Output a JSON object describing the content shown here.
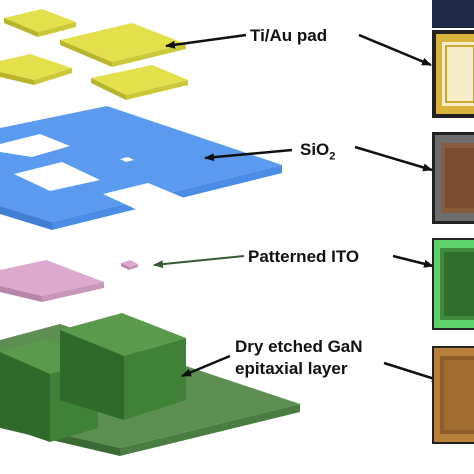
{
  "labels": {
    "ti_au_pad": "Ti/Au pad",
    "sio2_main": "SiO",
    "sio2_sub": "2",
    "patterned_ito": "Patterned ITO",
    "gan_line1": "Dry etched GaN",
    "gan_line2": "epitaxial layer"
  },
  "colors": {
    "ti_au_pad": "#e3e04c",
    "sio2": "#5a9bf0",
    "ito": "#dcaace",
    "gan": "#4b8640",
    "photo_frame": "#222222",
    "photo_gold": "#d8b23a",
    "photo_grey": "#6e6e6e",
    "photo_green": "#5fd16a",
    "photo_orange": "#b9803a"
  }
}
